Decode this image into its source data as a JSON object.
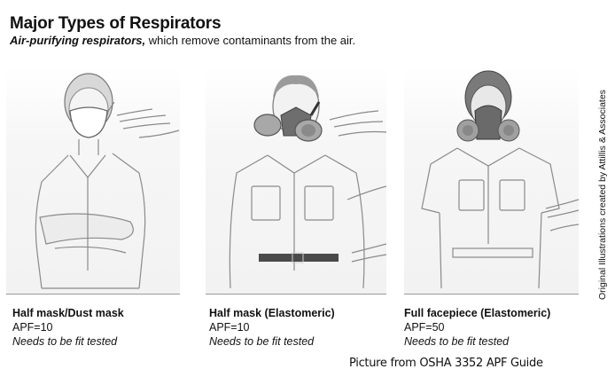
{
  "header": {
    "title": "Major Types of Respirators",
    "subtitle_emphasis": "Air-purifying respirators,",
    "subtitle_rest": " which remove contaminants from the air."
  },
  "respirators": [
    {
      "name": "Half mask/Dust mask",
      "apf": "APF=10",
      "fit_note": "Needs to be fit tested",
      "illustration": "woman-wearing-dust-mask"
    },
    {
      "name": "Half mask (Elastomeric)",
      "apf": "APF=10",
      "fit_note": "Needs to be fit tested",
      "illustration": "man-wearing-half-mask-respirator"
    },
    {
      "name": "Full facepiece (Elastomeric)",
      "apf": "APF=50",
      "fit_note": "Needs to be fit tested",
      "illustration": "man-wearing-full-facepiece-respirator"
    }
  ],
  "credit": "Original Illustrations created by Attillis & Associates",
  "source": "Picture from OSHA 3352 APF Guide",
  "colors": {
    "text": "#111111",
    "panel_bg": "#f2f2f2",
    "line": "#9a9a9a",
    "mask_dark": "#6e6e6e"
  }
}
